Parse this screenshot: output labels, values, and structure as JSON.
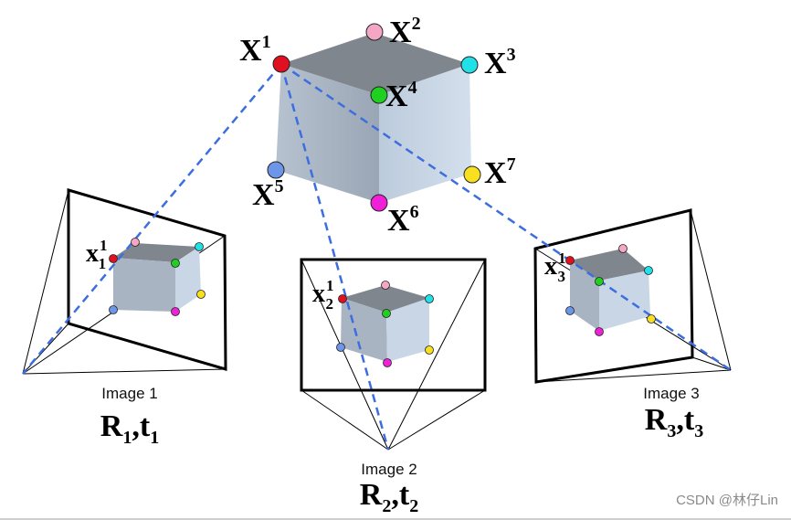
{
  "world_points": {
    "base": "X",
    "labels": [
      "1",
      "2",
      "3",
      "4",
      "5",
      "6",
      "7"
    ],
    "colors": [
      "#e01020",
      "#f4a7c4",
      "#22e0e8",
      "#20d020",
      "#6e96e8",
      "#f020d8",
      "#f8e020"
    ]
  },
  "images": [
    {
      "caption": "Image 1",
      "R": "R",
      "t": "t",
      "sub": "1",
      "point_base": "x",
      "point_sup": "1",
      "point_sub": "1"
    },
    {
      "caption": "Image 2",
      "R": "R",
      "t": "t",
      "sub": "2",
      "point_base": "x",
      "point_sup": "1",
      "point_sub": "2"
    },
    {
      "caption": "Image 3",
      "R": "R",
      "t": "t",
      "sub": "3",
      "point_base": "x",
      "point_sup": "1",
      "point_sub": "3"
    }
  ],
  "colors": {
    "cube_top": "#7f868d",
    "cube_left": "#a9b4c2",
    "cube_right": "#c9d6e6",
    "ray": "#3d6ee0",
    "frame": "#000000"
  },
  "watermark": "CSDN @林仔Lin"
}
